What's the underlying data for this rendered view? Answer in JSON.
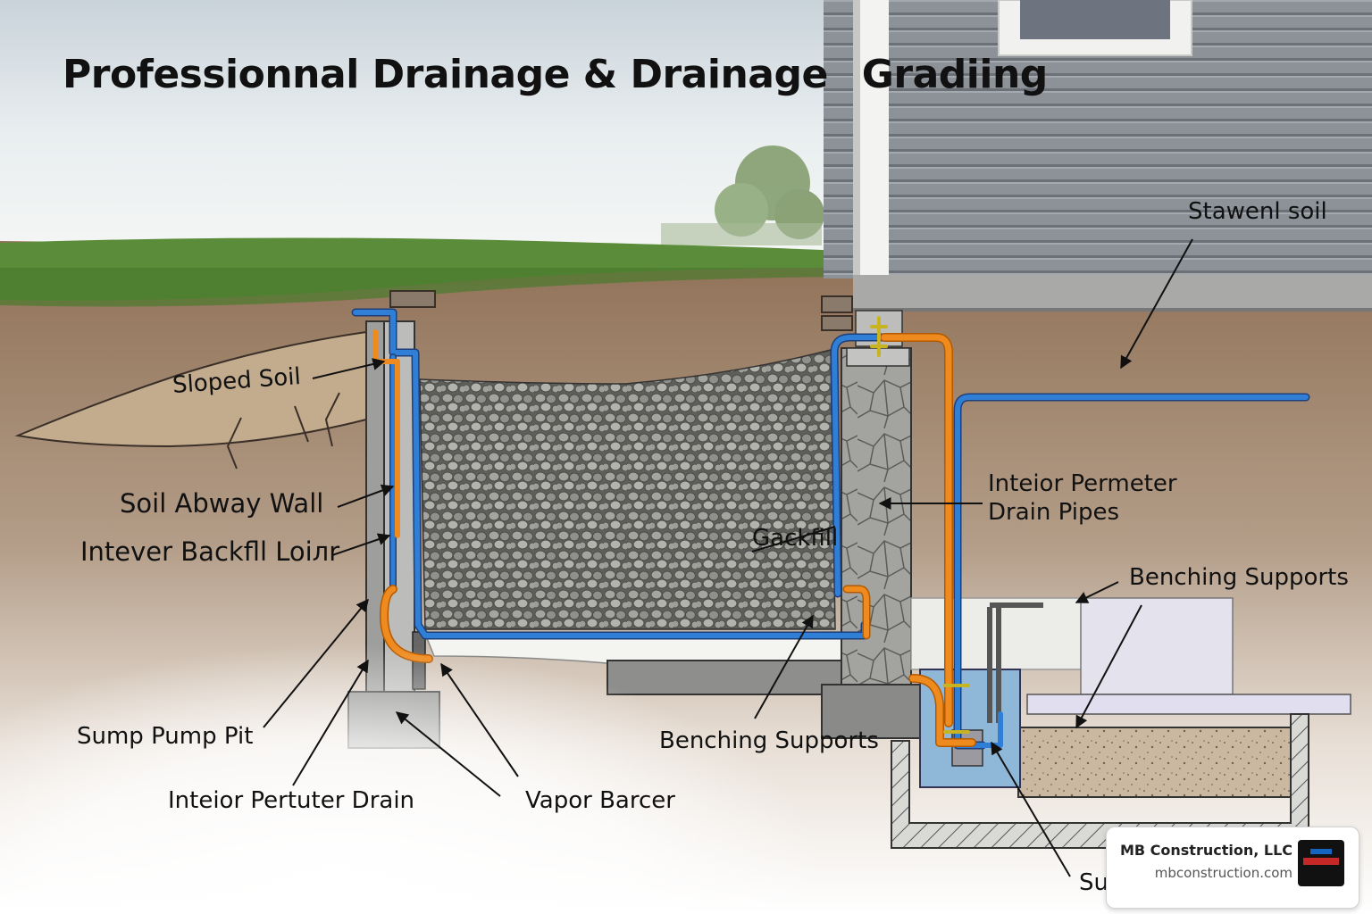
{
  "title": {
    "part1": "Professionnal Drainage & Drainage",
    "part2": "Gradiing"
  },
  "labels": {
    "stawenl_soil": "Stawenl soil",
    "sloped_soil": "Sloped Soil",
    "soil_abway_wall": "Soil Abway Wall",
    "intever_backfill": "Intever Backfll Loiлr",
    "interior_perimeter_line1": "Inteior Permeter",
    "interior_perimeter_line2": "Drain Pipes",
    "gackfill": "Gackfill",
    "benching_supports_right": "Benching Supports",
    "benching_supports_center": "Benching Supports",
    "sump_pump_pit": "Sump Pump Pit",
    "interior_pertuter_drain": "Inteior Pertuter Drain",
    "vapor_barcer": "Vapor Barcer",
    "su_partial": "Su"
  },
  "badge": {
    "company": "MB Construction, LLC",
    "url": "mbconstruction.com",
    "logo_icon": "company-logo-icon"
  },
  "colors": {
    "pipe_blue": "#2f7fd6",
    "pipe_orange": "#ef8a1e",
    "soil": "#a2866b",
    "gravel": "#8d8d88",
    "concrete": "#9a9a98",
    "siding": "#8a9096",
    "grass": "#5a8a3c",
    "water": "#8fb8d8"
  }
}
